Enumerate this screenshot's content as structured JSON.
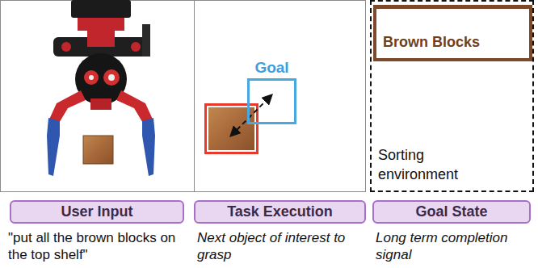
{
  "diagram": {
    "nodes": [
      {
        "text": [
          "Goal"
        ]
      },
      {
        "text": [
          "Sorting environment"
        ]
      },
      {
        "text": [
          "Brown Blocks"
        ],
        "in": 1
      },
      {
        "text": [
          "User Input"
        ]
      },
      {
        "text": [
          "Task Execution"
        ]
      },
      {
        "text": [
          "Goal State"
        ]
      }
    ],
    "labels": [
      "\"put all the brown blocks on the top shelf\"",
      "Next object of interest to grasp",
      "Long term completion signal"
    ]
  }
}
